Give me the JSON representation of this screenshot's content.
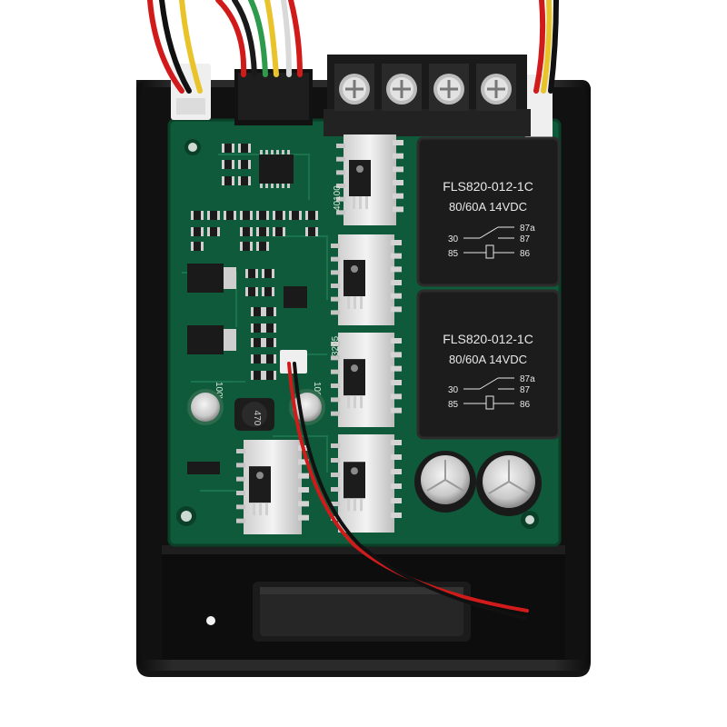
{
  "relays": [
    {
      "model": "FLS820-012-1C",
      "rating": "80/60A  14VDC",
      "pins": {
        "p87a": "87a",
        "p30": "30",
        "p87": "87",
        "p85": "85",
        "p86": "86"
      }
    },
    {
      "model": "FLS820-012-1C",
      "rating": "80/60A  14VDC",
      "pins": {
        "p87a": "87a",
        "p30": "30",
        "p87": "87",
        "p85": "85",
        "p86": "86"
      }
    }
  ],
  "silkscreen": {
    "mosfet_top": "40100",
    "mosfet_mid": "3205",
    "cap_left": "100V",
    "cap_mid": "100V"
  },
  "inductor_label": "470",
  "colors": {
    "pcb": "#0f5a3a",
    "case": "#1a1a1a",
    "relay": "#1c1c1c",
    "heatsink": "#e6e6e6"
  }
}
